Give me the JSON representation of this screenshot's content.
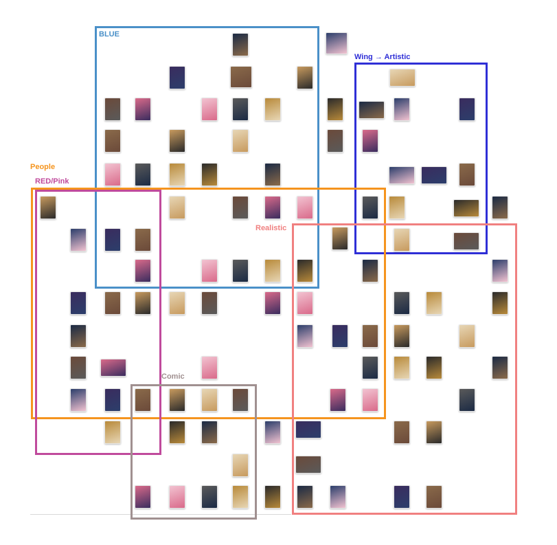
{
  "clusters": [
    {
      "key": "blue",
      "label": "BLUE",
      "color": "#4a90c8"
    },
    {
      "key": "wing",
      "label": "Wing → Artistic",
      "color": "#2f2fd6"
    },
    {
      "key": "people",
      "label": "People",
      "color": "#f5941e"
    },
    {
      "key": "redpink",
      "label": "RED/Pink",
      "color": "#c04a9c"
    },
    {
      "key": "realistic",
      "label": "Realistic",
      "color": "#f08080"
    },
    {
      "key": "comic",
      "label": "Comic",
      "color": "#a09090"
    }
  ],
  "thumbnail_palette": [
    "#1b2a44",
    "#2c3e6b",
    "#3a2c5e",
    "#8a6a4a",
    "#c79a5e",
    "#e7d6b5",
    "#6b4a3a",
    "#d96a8a",
    "#f2c3d1",
    "#5a5a5a",
    "#b88a3a",
    "#2a2a2a"
  ]
}
